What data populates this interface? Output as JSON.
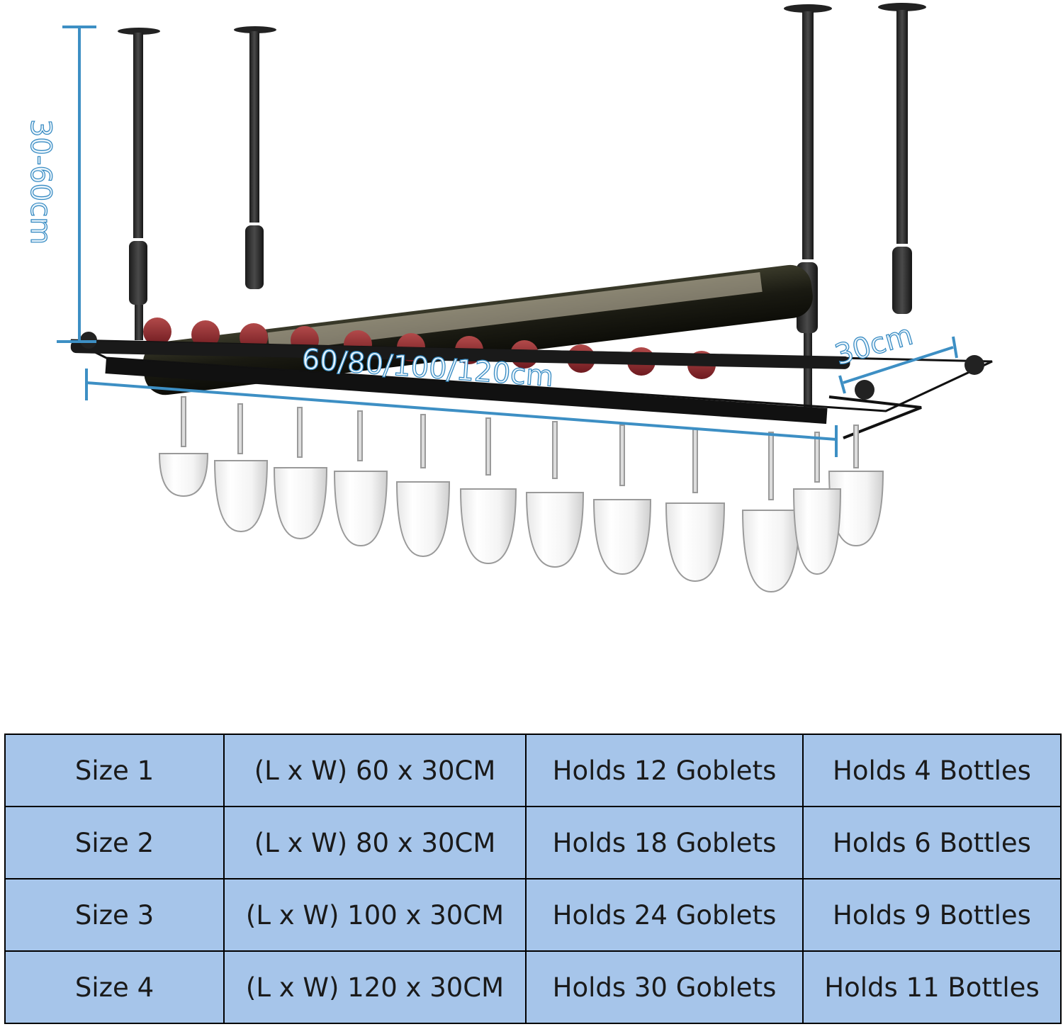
{
  "figure": {
    "description_labels": {
      "height_dimension": "30-60cm",
      "length_dimension": "60/80/100/120cm",
      "width_dimension": "30cm"
    },
    "accent_color": "#3d8fc4"
  },
  "table": {
    "rows": [
      {
        "size": "Size 1",
        "dimensions": "(L x W) 60 x 30CM",
        "goblets": "Holds 12 Goblets",
        "bottles": "Holds 4 Bottles"
      },
      {
        "size": "Size 2",
        "dimensions": "(L x W) 80 x 30CM",
        "goblets": "Holds 18 Goblets",
        "bottles": "Holds 6 Bottles"
      },
      {
        "size": "Size 3",
        "dimensions": "(L x W) 100 x 30CM",
        "goblets": "Holds 24 Goblets",
        "bottles": "Holds 9 Bottles"
      },
      {
        "size": "Size 4",
        "dimensions": "(L x W) 120 x 30CM",
        "goblets": "Holds 30 Goblets",
        "bottles": "Holds 11 Bottles"
      }
    ],
    "cell_color": "#a6c5ea"
  }
}
